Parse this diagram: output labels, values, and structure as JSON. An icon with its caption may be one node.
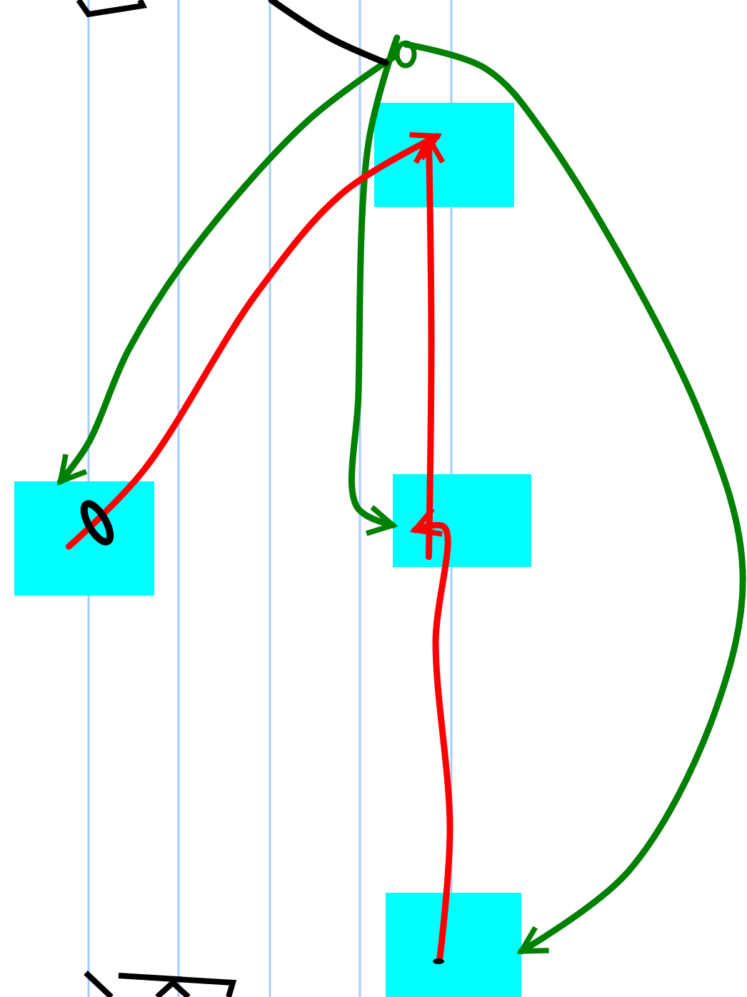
{
  "diagram": {
    "nodes": [
      {
        "text": [],
        "shape": "circle"
      },
      {
        "text": [],
        "shape": "box"
      },
      {
        "text": [],
        "shape": "box"
      },
      {
        "text": [],
        "shape": "box"
      },
      {
        "text": [],
        "shape": "box"
      }
    ],
    "edges": [
      {
        "from": 0,
        "to": 2,
        "arrow": "to",
        "color": "#008000"
      },
      {
        "from": 0,
        "to": 3,
        "arrow": "to",
        "color": "#008000"
      },
      {
        "from": 0,
        "to": 4,
        "arrow": "to",
        "color": "#008000"
      },
      {
        "from": 2,
        "to": 1,
        "arrow": "to",
        "color": "#ff0000"
      },
      {
        "from": 3,
        "to": 1,
        "arrow": "to",
        "color": "#ff0000"
      },
      {
        "from": 4,
        "to": 3,
        "arrow": "to",
        "color": "#ff0000"
      },
      {
        "from": null,
        "to": 0,
        "arrow": "none",
        "color": "#000000"
      }
    ]
  }
}
